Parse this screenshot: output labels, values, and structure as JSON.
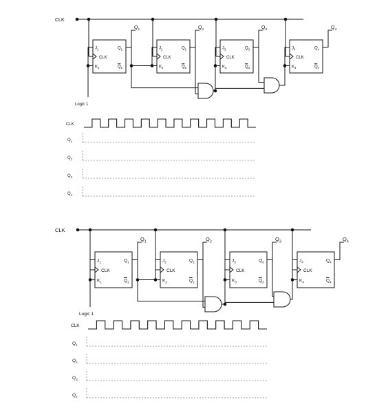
{
  "diagrams": [
    {
      "clk_label": "CLK",
      "logic_label": "Logic 1",
      "flipflops": [
        {
          "j": "J1",
          "k": "K1",
          "clk": "CLK",
          "q": "Q1",
          "qbar": "Q1",
          "out": "Q1"
        },
        {
          "j": "J2",
          "k": "K2",
          "clk": "CLK",
          "q": "Q2",
          "qbar": "Q2",
          "out": "Q2"
        },
        {
          "j": "J3",
          "k": "K3",
          "clk": "CLK",
          "q": "Q3",
          "qbar": "Q3",
          "out": "Q3"
        },
        {
          "j": "J4",
          "k": "K4",
          "clk": "CLK",
          "q": "Q4",
          "qbar": "Q4",
          "out": "Q4"
        }
      ],
      "timing": {
        "clk_label": "CLK",
        "rows": [
          "Q1",
          "Q2",
          "Q3",
          "Q4"
        ],
        "pulses": 10
      }
    },
    {
      "clk_label": "CLK",
      "logic_label": "Logic 1",
      "flipflops": [
        {
          "j": "J1",
          "k": "K1",
          "clk": "CLK",
          "q": "Q1",
          "qbar": "Q1",
          "out": "Q1"
        },
        {
          "j": "J2",
          "k": "K2",
          "clk": "CLK",
          "q": "Q2",
          "qbar": "Q2",
          "out": "Q2"
        },
        {
          "j": "J3",
          "k": "K3",
          "clk": "CLK",
          "q": "Q3",
          "qbar": "Q3",
          "out": "Q3"
        },
        {
          "j": "J4",
          "k": "K4",
          "clk": "CLK",
          "q": "Q4",
          "qbar": "Q4",
          "out": "Q4"
        }
      ],
      "timing": {
        "clk_label": "CLK",
        "rows": [
          "Q1",
          "Q2",
          "Q3",
          "Q4"
        ],
        "pulses": 10
      }
    }
  ]
}
